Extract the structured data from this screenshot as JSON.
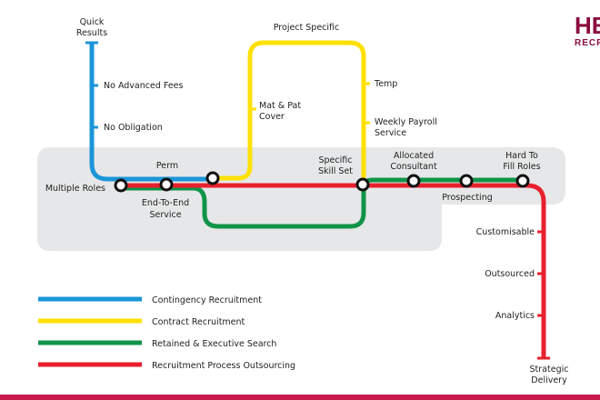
{
  "logo": {
    "big": "HE",
    "small": "RECR"
  },
  "colors": {
    "blue": "#1b95d8",
    "yellow": "#ffe100",
    "green": "#0f9447",
    "red": "#e8202e",
    "panel": "#e6e7e8",
    "brand": "#c8194b"
  },
  "lines": {
    "blue": {
      "end": [
        "Quick",
        "Results"
      ],
      "stops": [
        "No Advanced Fees",
        "No Obligation"
      ]
    },
    "yellow": {
      "top": "Project Specific",
      "stops": [
        "Mat & Pat",
        "Cover"
      ],
      "stops_right": [
        "Temp",
        "Weekly Payroll",
        "Service"
      ]
    },
    "red": {
      "stops": [
        "Customisable",
        "Outsourced",
        "Analytics"
      ],
      "end": [
        "Strategic",
        "Delivery"
      ]
    }
  },
  "stations": {
    "multiple_roles": "Multiple Roles",
    "perm": "Perm",
    "end_to_end": [
      "End-To-End",
      "Service"
    ],
    "specific_skill": [
      "Specific",
      "Skill Set"
    ],
    "allocated": [
      "Allocated",
      "Consultant"
    ],
    "prospecting": "Prospecting",
    "hard_to_fill": [
      "Hard To",
      "Fill Roles"
    ]
  },
  "legend": [
    {
      "label": "Contingency Recruitment",
      "color": "#1b95d8"
    },
    {
      "label": "Contract Recruitment",
      "color": "#ffe100"
    },
    {
      "label": "Retained & Executive Search",
      "color": "#0f9447"
    },
    {
      "label": "Recruitment Process Outsourcing",
      "color": "#e8202e"
    }
  ]
}
